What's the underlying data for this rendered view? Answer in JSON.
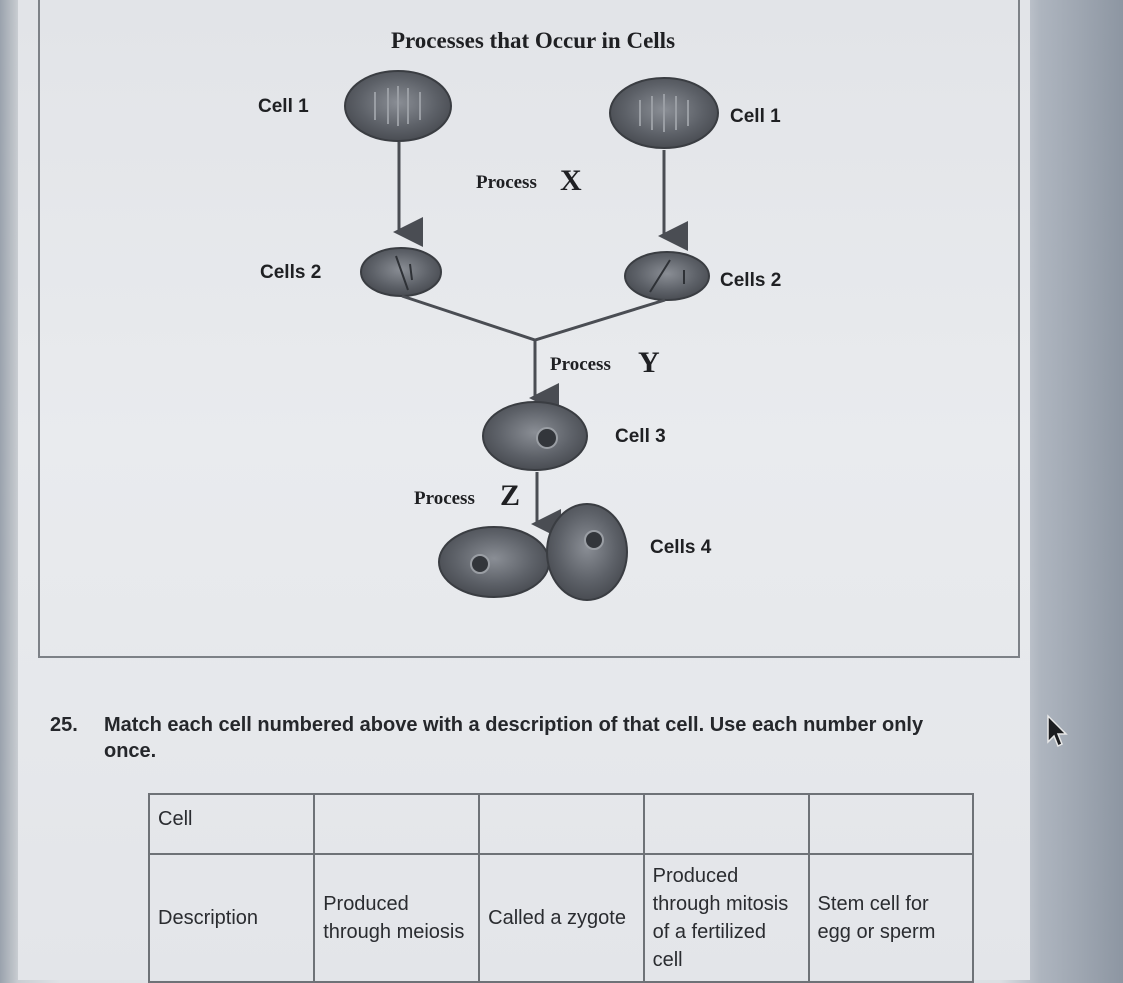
{
  "figure": {
    "title": "Processes that Occur in Cells",
    "cells": {
      "cell1_left": "Cell 1",
      "cell1_right": "Cell 1",
      "cells2_left": "Cells 2",
      "cells2_right": "Cells 2",
      "cell3": "Cell 3",
      "cells4": "Cells 4"
    },
    "processes": {
      "x_word": "Process",
      "x_letter": "X",
      "y_word": "Process",
      "y_letter": "Y",
      "z_word": "Process",
      "z_letter": "Z"
    }
  },
  "question": {
    "number": "25.",
    "text": "Match each cell numbered above with a description of that cell. Use each number only once."
  },
  "table": {
    "row1_header": "Cell",
    "row2_header": "Description",
    "descriptions": [
      "Produced through meiosis",
      "Called a zygote",
      "Produced through mitosis of a fertilized cell",
      "Stem cell for egg or sperm"
    ]
  },
  "colors": {
    "cell_fill": "#54585f",
    "cell_nucleus": "#2e3136",
    "line": "#4a4d53"
  }
}
